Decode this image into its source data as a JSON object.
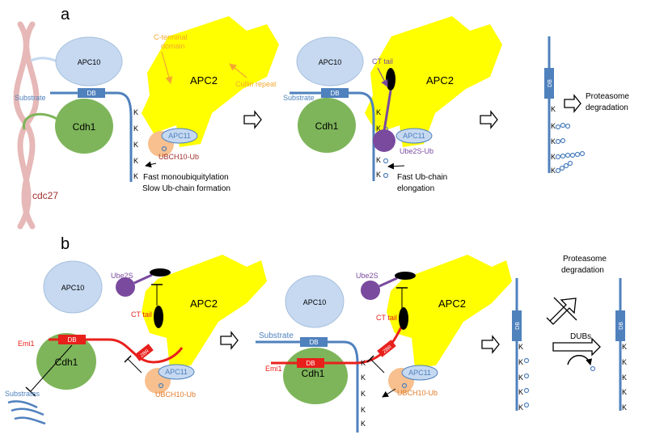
{
  "panels": {
    "a": "a",
    "b": "b"
  },
  "labels": {
    "apc10": "APC10",
    "apc2": "APC2",
    "cdh1": "Cdh1",
    "db": "DB",
    "substrate": "Substrate",
    "cdc27": "cdc27",
    "c_terminal_line1": "C-terminal",
    "c_terminal_line2": "domain",
    "cullin_repeat": "Cullin repeat",
    "apc11": "APC11",
    "ubch10": "UBCH10-Ub",
    "ube2s_ub": "Ube2S-Ub",
    "ube2s": "Ube2S",
    "ct_tail_upper": "CT tail",
    "ct_tail_lower": "CT tail",
    "k": "K",
    "fast_mono": "Fast monoubiquitylation",
    "slow_chain": "Slow Ub-chain formation",
    "fast_chain_line1": "Fast Ub-chain",
    "fast_chain_line2": "elongation",
    "proteasome_line1": "Proteasome",
    "proteasome_line2": "degradation",
    "emi1": "Emi1",
    "zbr": "ZBR",
    "substrates": "Substrates",
    "dubs": "DUBs"
  },
  "colors": {
    "apc2": "#ffff00",
    "apc10": "#c6d9f1",
    "cdh1": "#7eb55a",
    "substrate": "#4f81bd",
    "db_box": "#4f81bd",
    "ubch10": "#f7c08e",
    "ube2s": "#7a4a9e",
    "emi1": "#e8201c",
    "cdc27": "#e6b8b7",
    "label_orange": "#f4a830",
    "label_darkred": "#a0302c",
    "label_red": "#e8201c",
    "ub_chain": "#4f81bd"
  }
}
